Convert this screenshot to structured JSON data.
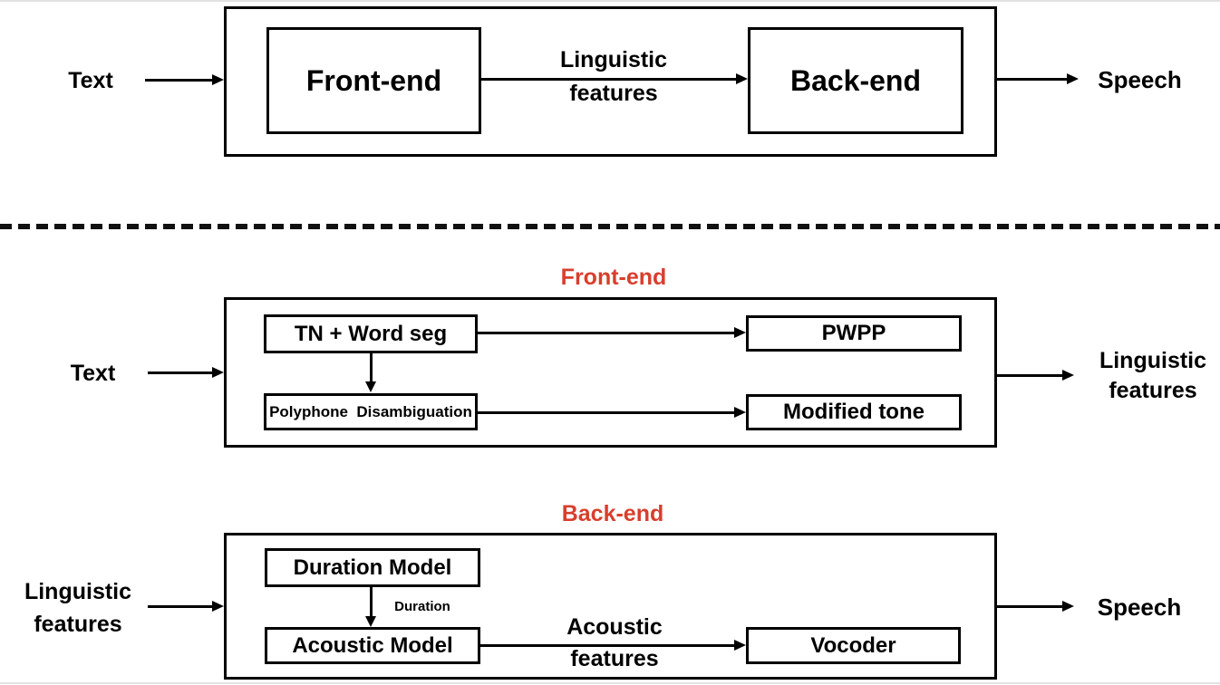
{
  "colors": {
    "accent_red": "#d93e2d",
    "line_black": "#000000",
    "background": "#ffffff"
  },
  "overview": {
    "input_label": "Text",
    "frontend_label": "Front-end",
    "mid_label_line1": "Linguistic",
    "mid_label_line2": "features",
    "backend_label": "Back-end",
    "output_label": "Speech"
  },
  "frontend_detail": {
    "title": "Front-end",
    "input_label": "Text",
    "box_tn": "TN + Word seg",
    "box_polyphone": "Polyphone  Disambiguation",
    "box_pwpp": "PWPP",
    "box_modified_tone": "Modified tone",
    "output_line1": "Linguistic",
    "output_line2": "features"
  },
  "backend_detail": {
    "title": "Back-end",
    "input_line1": "Linguistic",
    "input_line2": "features",
    "box_duration_model": "Duration Model",
    "duration_arrow_label": "Duration",
    "box_acoustic_model": "Acoustic Model",
    "acoustic_label_line1": "Acoustic",
    "acoustic_label_line2": "features",
    "box_vocoder": "Vocoder",
    "output_label": "Speech"
  }
}
